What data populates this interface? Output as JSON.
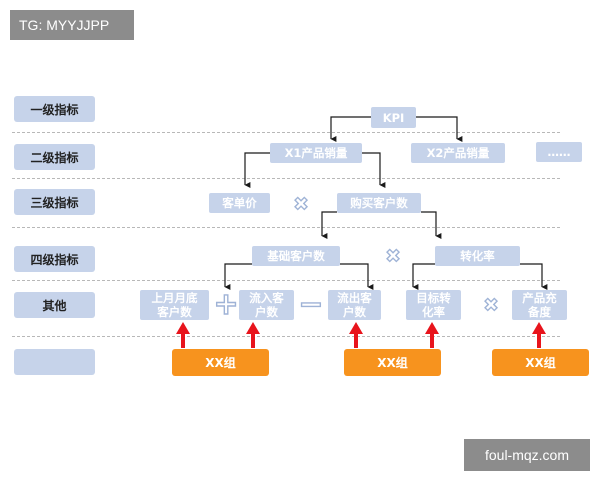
{
  "watermark_top": "TG: MYYJJPP",
  "watermark_bottom": "foul-mqz.com",
  "levels": {
    "l1": "一级指标",
    "l2": "二级指标",
    "l3": "三级指标",
    "l4": "四级指标",
    "l5": "其他",
    "l6": ""
  },
  "nodes": {
    "kpi": "KPI",
    "x1": "X1产品销量",
    "x2": "X2产品销量",
    "more": "……",
    "unit_price": "客单价",
    "buyers": "购买客户数",
    "base_customers": "基础客户数",
    "conversion": "转化率",
    "last_month": "上月月底\n客户数",
    "inflow": "流入客\n户数",
    "outflow": "流出客\n户数",
    "target_conv": "目标转\n化率",
    "product_rate": "产品充\n备度"
  },
  "operators": {
    "times1": "✖",
    "times2": "✖",
    "times3": "✖",
    "plus": "+",
    "minus": "−"
  },
  "groups": {
    "g1": "XX组",
    "g2": "XX组",
    "g3": "XX组"
  },
  "colors": {
    "node": "#c6d3ea",
    "group": "#f7931e",
    "arrow": "#e8141c",
    "connector": "#1a1a1a"
  }
}
